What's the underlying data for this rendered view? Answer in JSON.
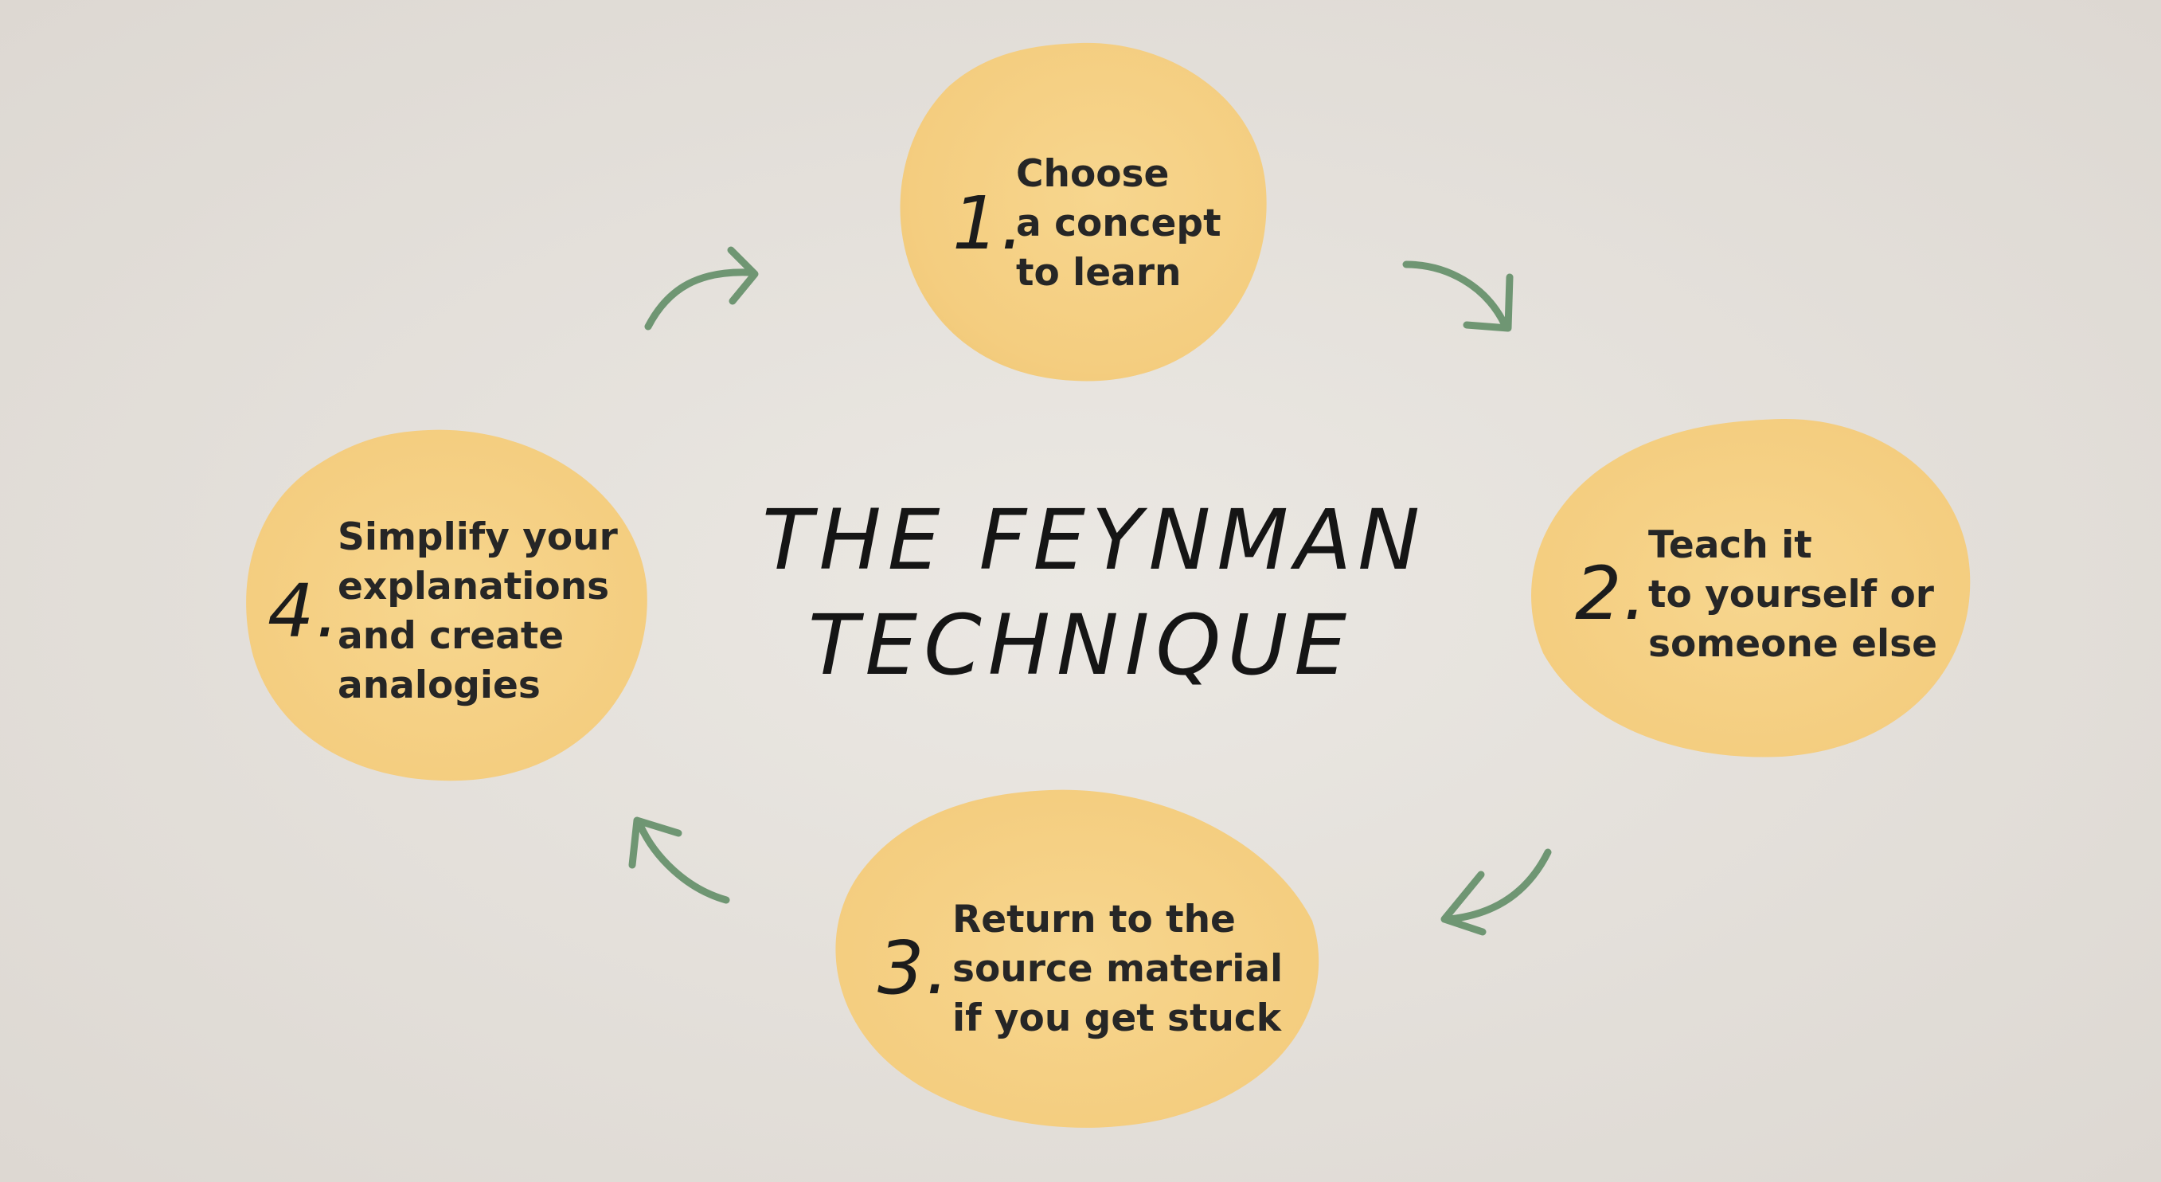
{
  "title": {
    "line1": "THE FEYNMAN",
    "line2": "TECHNIQUE"
  },
  "steps": [
    {
      "number": "1.",
      "lines": [
        "Choose",
        "a concept",
        "to learn"
      ]
    },
    {
      "number": "2.",
      "lines": [
        "Teach it",
        "to yourself or",
        "someone else"
      ]
    },
    {
      "number": "3.",
      "lines": [
        "Return to the",
        "source material",
        "if you get stuck"
      ]
    },
    {
      "number": "4.",
      "lines": [
        "Simplify your",
        "explanations",
        "and create",
        "analogies"
      ]
    }
  ],
  "colors": {
    "background": "#e7e3de",
    "blob": "#f4cd7f",
    "arrow": "#6f9673",
    "text": "#262626"
  }
}
